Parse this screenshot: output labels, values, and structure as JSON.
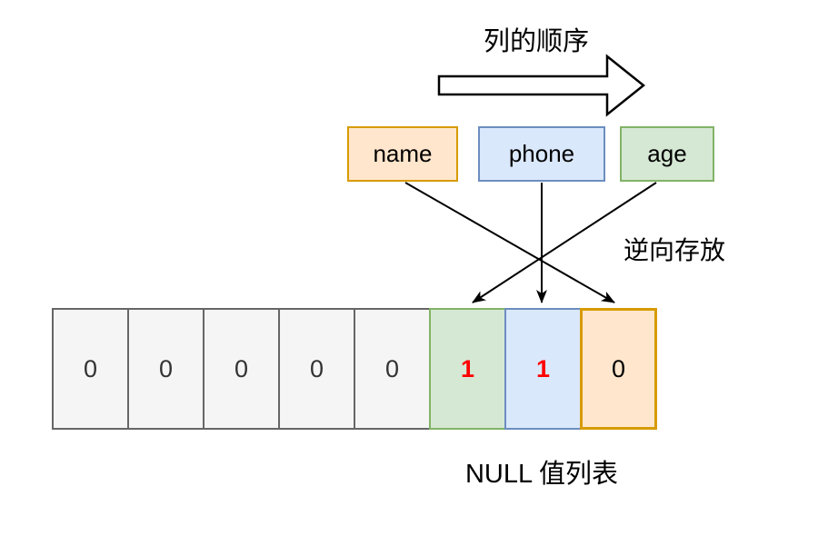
{
  "title": "列的顺序",
  "reverse_storage_label": "逆向存放",
  "bottom_label": "NULL 值列表",
  "columns": [
    {
      "label": "name",
      "color": "orange"
    },
    {
      "label": "phone",
      "color": "blue"
    },
    {
      "label": "age",
      "color": "green"
    }
  ],
  "null_list_cells": [
    {
      "value": "0",
      "color": "gray"
    },
    {
      "value": "0",
      "color": "gray"
    },
    {
      "value": "0",
      "color": "gray"
    },
    {
      "value": "0",
      "color": "gray"
    },
    {
      "value": "0",
      "color": "gray"
    },
    {
      "value": "1",
      "color": "green"
    },
    {
      "value": "1",
      "color": "blue"
    },
    {
      "value": "0",
      "color": "orange"
    }
  ],
  "arrow_mappings": [
    {
      "from": "name",
      "to_cell_index": 7
    },
    {
      "from": "phone",
      "to_cell_index": 6
    },
    {
      "from": "age",
      "to_cell_index": 5
    }
  ],
  "palette": {
    "orange_fill": "#FFE6CC",
    "orange_border": "#D79B00",
    "blue_fill": "#DAE8FC",
    "blue_border": "#6C8EBF",
    "green_fill": "#D5E8D4",
    "green_border": "#82B366",
    "gray_fill": "#F5F5F5",
    "gray_border": "#666666",
    "highlight_text": "#FF0000",
    "text": "#000000",
    "arrow_stroke": "#000000"
  }
}
